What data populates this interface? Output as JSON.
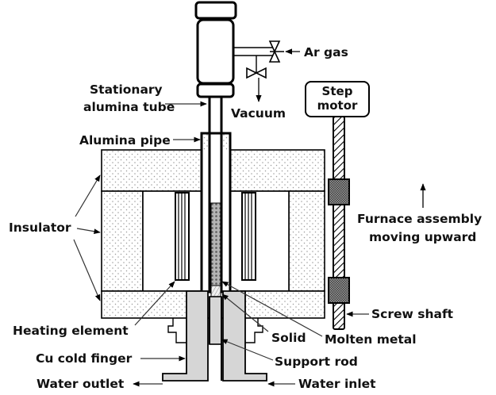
{
  "title": "Directional solidification furnace apparatus schematic",
  "labels": {
    "ar_gas": "Ar gas",
    "vacuum": "Vacuum",
    "stationary_tube_line1": "Stationary",
    "stationary_tube_line2": "alumina tube",
    "alumina_pipe": "Alumina pipe",
    "step_motor_line1": "Step",
    "step_motor_line2": "motor",
    "insulator": "Insulator",
    "furnace_line1": "Furnace assembly",
    "furnace_line2": "moving upward",
    "screw_shaft": "Screw shaft",
    "heating_element": "Heating element",
    "solid": "Solid",
    "molten_metal": "Molten metal",
    "cu_cold_finger": "Cu cold finger",
    "support_rod": "Support rod",
    "water_outlet": "Water outlet",
    "water_inlet": "Water inlet"
  },
  "colors": {
    "line": "#000000",
    "insulator_fill": "#ffffff",
    "insulator_dot": "#9a9a9a",
    "cold_finger": "#d6d6d6",
    "nut": "#555555",
    "molten": "#8a8a8a",
    "text": "#111111"
  }
}
